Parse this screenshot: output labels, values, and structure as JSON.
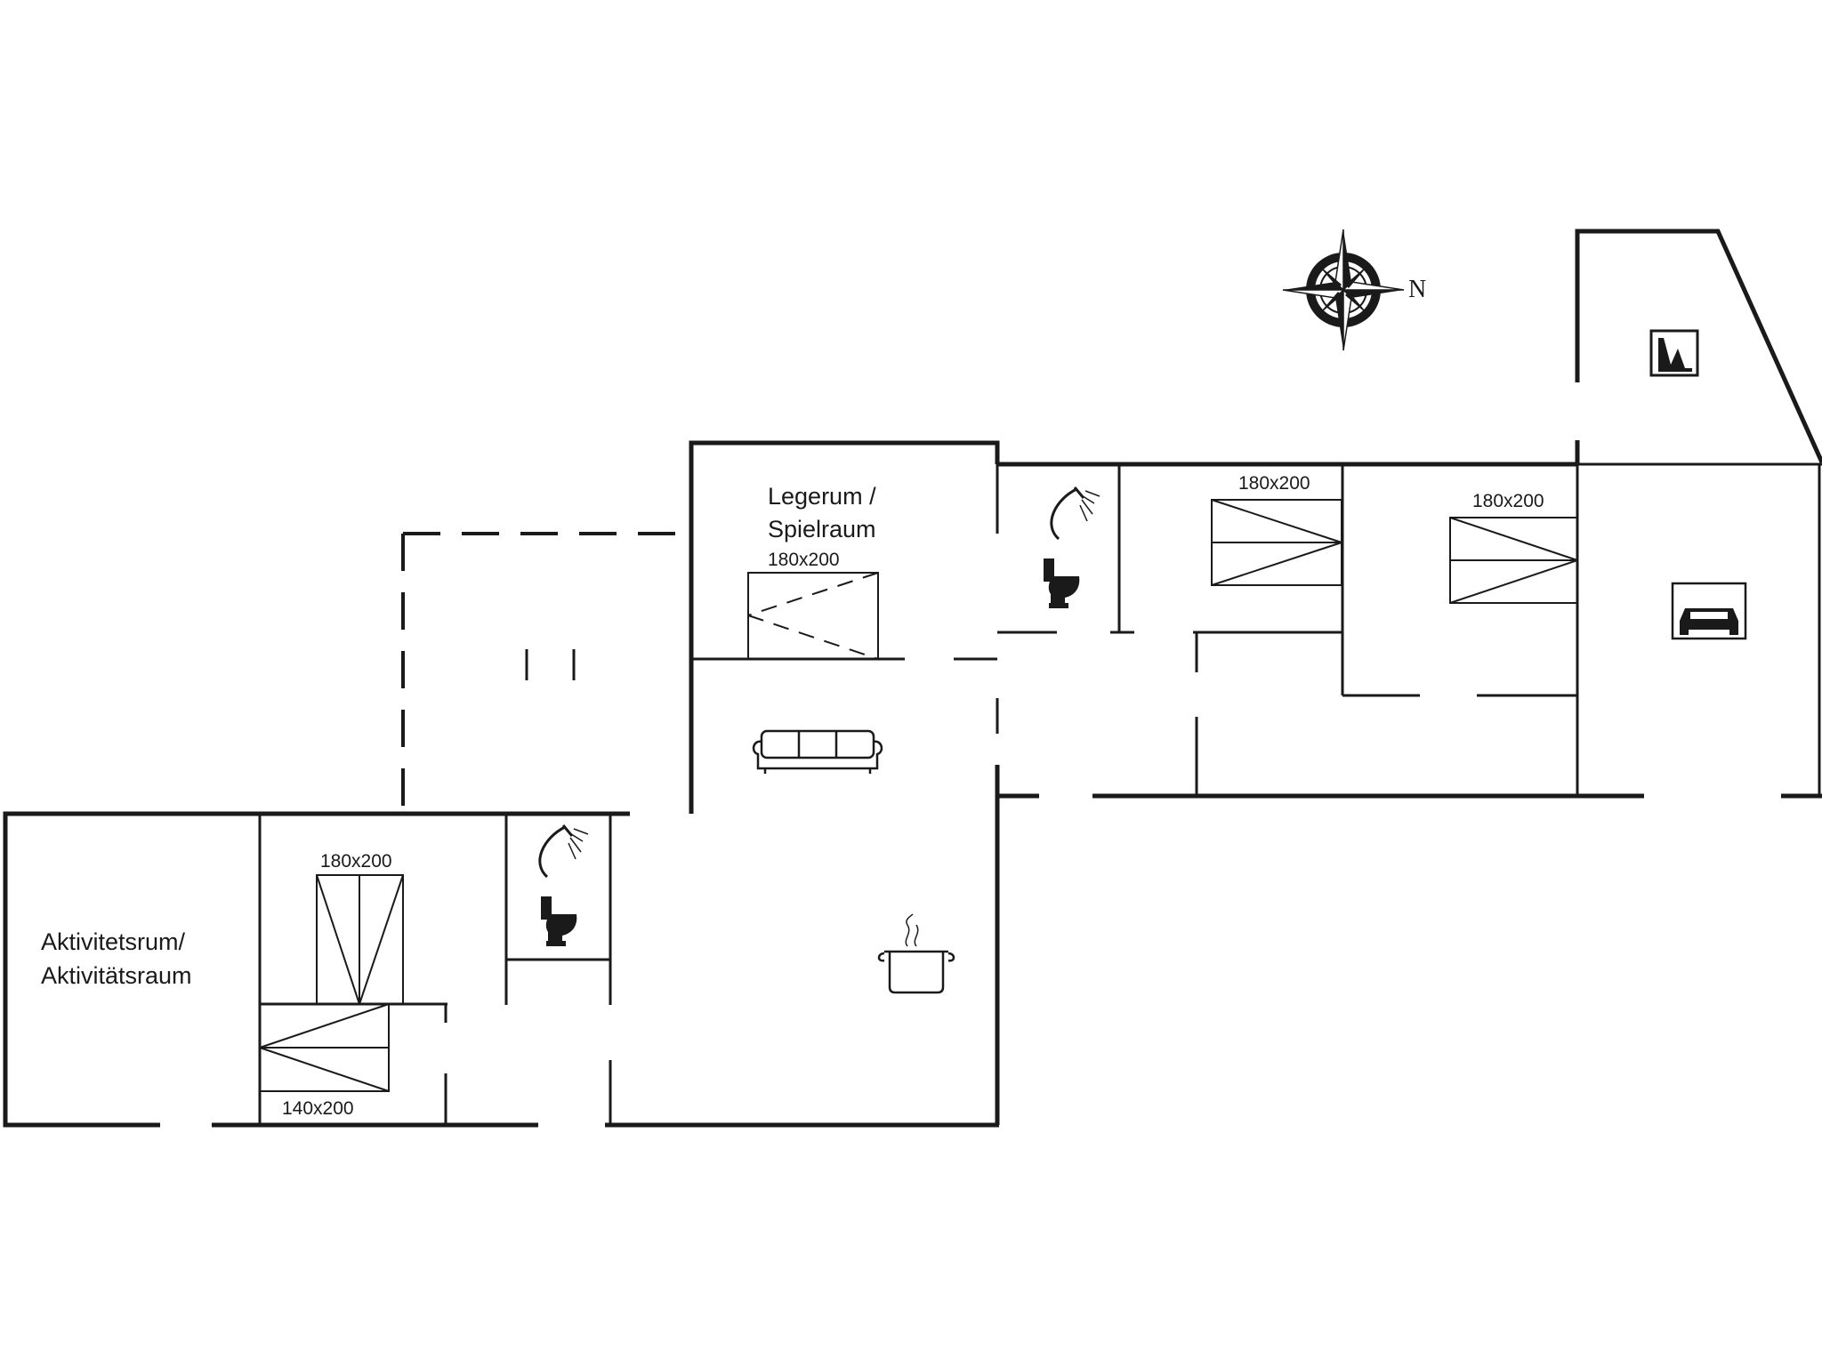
{
  "rooms": {
    "playroom_line1": "Legerum /",
    "playroom_line2": "Spielraum",
    "activity_line1": "Aktivitetsrum/",
    "activity_line2": "Aktivitätsraum"
  },
  "beds": {
    "bed_playroom": "180x200",
    "bed_east_1": "180x200",
    "bed_east_2": "180x200",
    "bed_west_double": "180x200",
    "bed_west_single": "140x200"
  },
  "compass": {
    "north_label": "N"
  },
  "icons": [
    "compass-rose-icon",
    "shower-icon",
    "toilet-icon",
    "sofa-icon",
    "cooking-pot-icon",
    "car-icon",
    "fireplace-icon"
  ]
}
